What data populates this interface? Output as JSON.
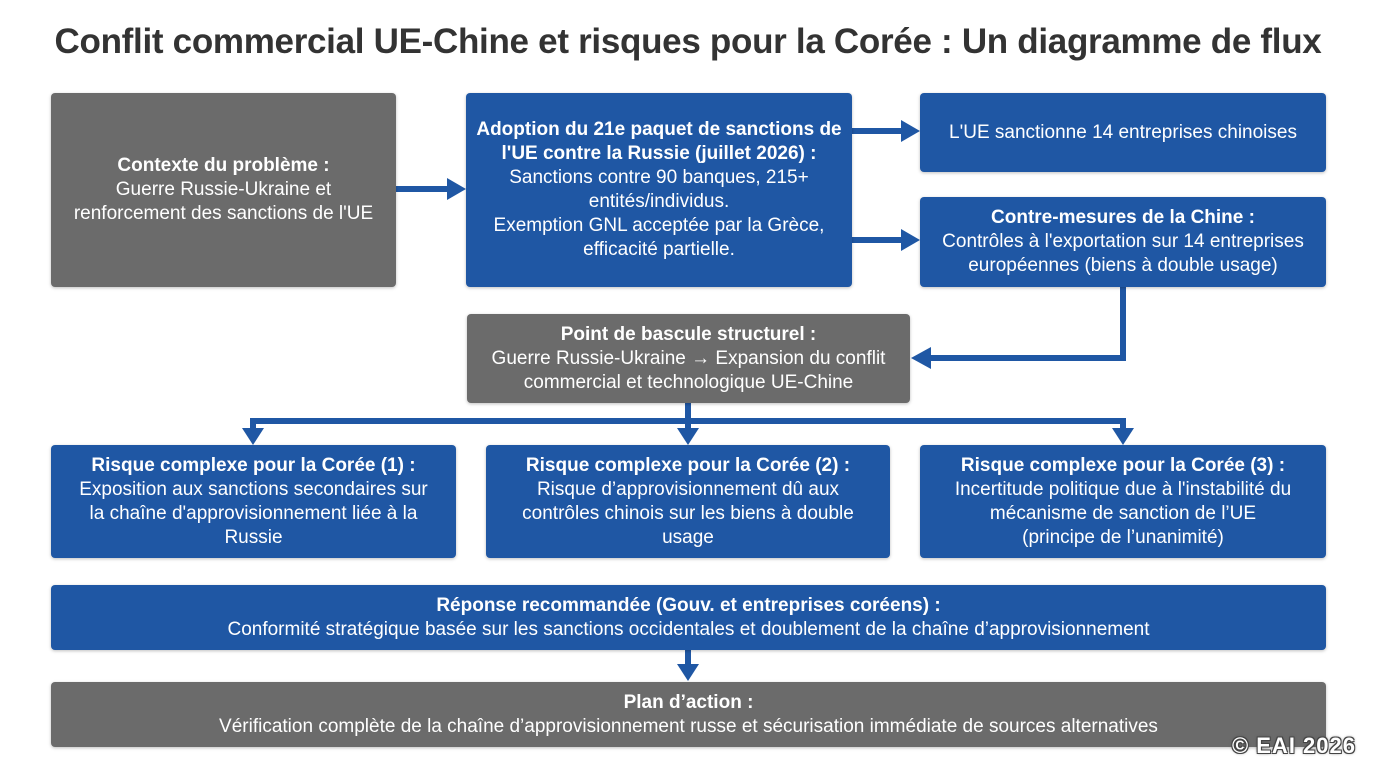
{
  "title": "Conflit commercial UE-Chine et risques pour la Corée : Un diagramme de flux",
  "colors": {
    "blue_box": "#1f57a4",
    "gray_box": "#6b6b6b",
    "arrow": "#1f57a4",
    "title_text": "#333333"
  },
  "nodes": {
    "context": {
      "head": "Contexte du problème :",
      "body": "Guerre Russie-Ukraine et\nrenforcement des sanctions de l'UE"
    },
    "adoption": {
      "head": "Adoption du 21e paquet de sanctions de\nl'UE contre la Russie (juillet 2026) :",
      "body": "Sanctions contre 90 banques, 215+\nentités/individus.\nExemption GNL acceptée par la Grèce,\nefficacité partielle."
    },
    "eu_sanctions": {
      "body": "L'UE sanctionne 14 entreprises chinoises"
    },
    "china_counter": {
      "head": "Contre-mesures de la Chine :",
      "body": "Contrôles à l'exportation sur 14 entreprises\neuropéennes (biens à double usage)"
    },
    "tipping_point": {
      "head": "Point de bascule structurel :",
      "body": "Guerre Russie-Ukraine → Expansion du conflit\ncommercial et technologique UE-Chine"
    },
    "risk1": {
      "head": "Risque complexe pour la Corée (1) :",
      "body": "Exposition aux sanctions secondaires sur\nla chaîne d'approvisionnement liée à la\nRussie"
    },
    "risk2": {
      "head": "Risque complexe pour la Corée (2) :",
      "body": "Risque d’approvisionnement dû aux\ncontrôles chinois sur les biens à double\nusage"
    },
    "risk3": {
      "head": "Risque complexe pour la Corée (3) :",
      "body": "Incertitude politique due à l'instabilité du\nmécanisme de sanction de l’UE\n(principe de l’unanimité)"
    },
    "response": {
      "head": "Réponse recommandée (Gouv. et entreprises coréens) :",
      "body": "Conformité stratégique basée sur les sanctions occidentales et doublement de la chaîne d’approvisionnement"
    },
    "action_plan": {
      "head": "Plan d’action :",
      "body": "Vérification complète de la chaîne d’approvisionnement russe et sécurisation immédiate de sources alternatives"
    }
  },
  "edges": [
    {
      "from": "context",
      "to": "adoption"
    },
    {
      "from": "adoption",
      "to": "eu_sanctions"
    },
    {
      "from": "adoption",
      "to": "china_counter"
    },
    {
      "from": "china_counter",
      "to": "tipping_point"
    },
    {
      "from": "tipping_point",
      "to": "risk1"
    },
    {
      "from": "tipping_point",
      "to": "risk2"
    },
    {
      "from": "tipping_point",
      "to": "risk3"
    },
    {
      "from": "response",
      "to": "action_plan"
    }
  ],
  "watermark": "© EAI 2026"
}
